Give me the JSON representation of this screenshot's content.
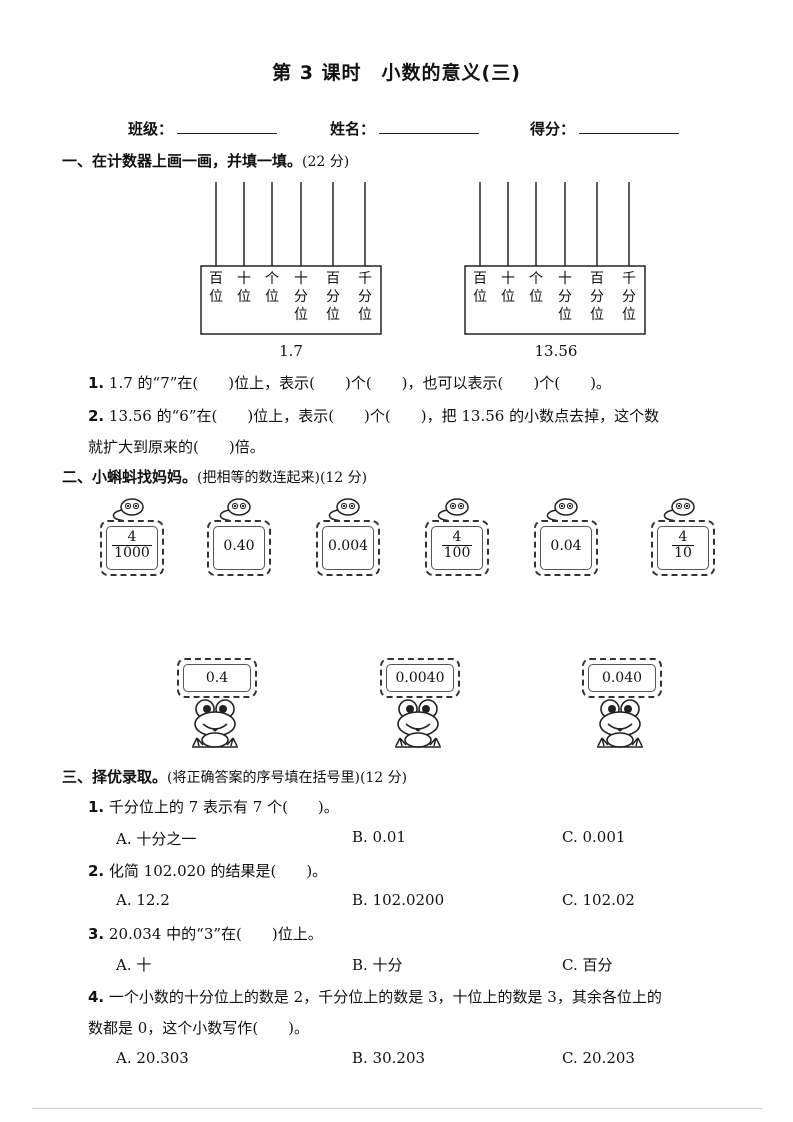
{
  "title": "第 3 课时　小数的意义(三)",
  "info": {
    "class_label": "班级：",
    "name_label": "姓名：",
    "score_label": "得分："
  },
  "section1": {
    "heading": "一、在计数器上画一画，并填一填。",
    "points": "(22 分)",
    "abacus1_number": "1.7",
    "abacus2_number": "13.56",
    "place_labels": [
      "百位",
      "十位",
      "个位",
      "十分位",
      "百分位",
      "千分位"
    ],
    "q1_no": "1.",
    "q1_text": " 1.7 的“7”在(　　)位上，表示(　　)个(　　)，也可以表示(　　)个(　　)。",
    "q2_no": "2.",
    "q2_text": " 13.56 的“6”在(　　)位上，表示(　　)个(　　)，把 13.56 的小数点去掉，这个数",
    "q2_cont": "就扩大到原来的(　　)倍。"
  },
  "section2": {
    "heading": "二、小蝌蚪找妈妈。",
    "note": "(把相等的数连起来)(12 分)",
    "tadpoles": [
      {
        "type": "frac",
        "num": "4",
        "den": "1000"
      },
      {
        "type": "text",
        "text": "0.40"
      },
      {
        "type": "text",
        "text": "0.004"
      },
      {
        "type": "frac",
        "num": "4",
        "den": "100"
      },
      {
        "type": "text",
        "text": "0.04"
      },
      {
        "type": "frac",
        "num": "4",
        "den": "10"
      }
    ],
    "frogs": [
      "0.4",
      "0.0040",
      "0.040"
    ]
  },
  "section3": {
    "heading": "三、择优录取。",
    "note": "(将正确答案的序号填在括号里)(12 分)",
    "questions": [
      {
        "no": "1.",
        "text": " 千分位上的 7 表示有 7 个(　　)。",
        "options": [
          "A. 十分之一",
          "B. 0.01",
          "C. 0.001"
        ]
      },
      {
        "no": "2.",
        "text": " 化简 102.020 的结果是(　　)。",
        "options": [
          "A. 12.2",
          "B. 102.0200",
          "C. 102.02"
        ]
      },
      {
        "no": "3.",
        "text": " 20.034 中的“3”在(　　)位上。",
        "options": [
          "A. 十",
          "B. 十分",
          "C. 百分"
        ]
      },
      {
        "no": "4.",
        "text": " 一个小数的十分位上的数是 2，千分位上的数是 3，十位上的数是 3，其余各位上的",
        "cont": "数都是 0，这个小数写作(　　)。",
        "options": [
          "A. 20.303",
          "B. 30.203",
          "C. 20.203"
        ]
      }
    ]
  }
}
